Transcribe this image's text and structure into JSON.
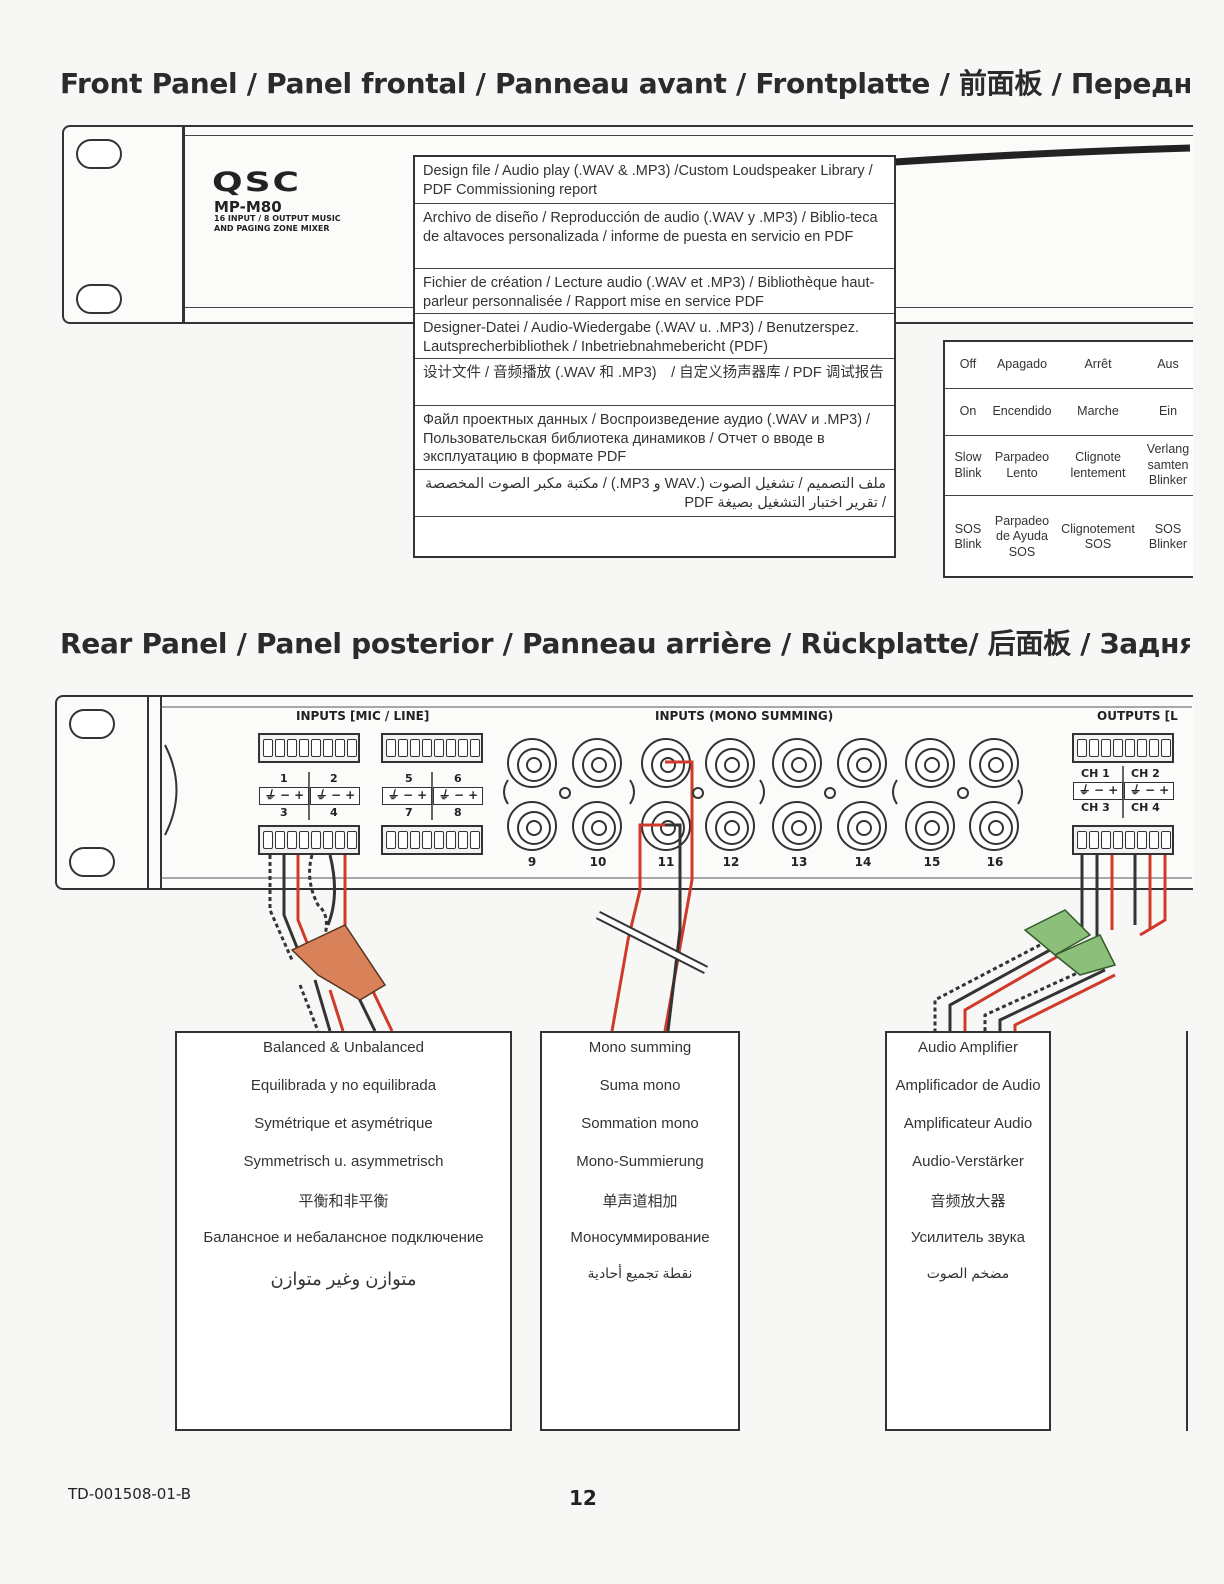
{
  "front_title": "Front Panel / Panel frontal / Panneau avant / Frontplatte / 前面板 / Передняя панел",
  "rear_title": "Rear Panel / Panel posterior / Panneau arrière / Rückplatte/ 后面板 / Задняя панел",
  "device": {
    "brand": "QSC",
    "model": "MP-M80",
    "description": "16 INPUT / 8 OUTPUT MUSIC AND PAGING ZONE MIXER"
  },
  "languages": [
    "Design file / Audio play (.WAV & .MP3) /Custom Loudspeaker Library / PDF Commissioning report",
    "Archivo de diseño / Reproducción de audio (.WAV y .MP3) / Biblio-teca de altavoces personalizada / informe de puesta en servicio en PDF",
    "Fichier de création / Lecture audio (.WAV et .MP3) / Bibliothèque haut-parleur personnalisée / Rapport mise en service PDF",
    "Designer-Datei / Audio-Wiedergabe (.WAV u. .MP3) / Benutzerspez. Lautsprecherbibliothek / Inbetriebnahmebericht (PDF)",
    "设计文件 / 音频播放 (.WAV 和 .MP3)　/ 自定义扬声器库 / PDF 调试报告",
    "Файл проектных данных / Воспроизведение аудио (.WAV и .MP3) / Пользовательская библиотека динамиков / Отчет о вводе в эксплуатацию в формате PDF",
    "ملف التصميم / تشغيل الصوت (.WAV و MP3.) / مكتبة مكبر الصوت المخصصة / تقرير اختبار التشغيل بصيغة PDF"
  ],
  "legend": [
    [
      "Off",
      "Apagado",
      "Arrêt",
      "Aus"
    ],
    [
      "On",
      "Encendido",
      "Marche",
      "Ein"
    ],
    [
      "Slow Blink",
      "Parpadeo Lento",
      "Clignote lentement",
      "Verlang samten Blinker"
    ],
    [
      "SOS Blink",
      "Parpadeo de Ayuda SOS",
      "Clignotement SOS",
      "SOS Blinker"
    ]
  ],
  "rear": {
    "inputs_mic_line": "INPUTS [MIC / LINE]",
    "inputs_mono": "INPUTS (MONO SUMMING)",
    "outputs": "OUTPUTS [L",
    "mic_top_numbers": [
      "1",
      "2",
      "5",
      "6"
    ],
    "mic_bottom_numbers": [
      "3",
      "4",
      "7",
      "8"
    ],
    "polarity": "⏚ − +",
    "rca_numbers": [
      "9",
      "10",
      "11",
      "12",
      "13",
      "14",
      "15",
      "16"
    ],
    "out_top": [
      "CH 1",
      "CH 2"
    ],
    "out_bottom": [
      "CH 3",
      "CH 4"
    ]
  },
  "dest_balanced": [
    "Balanced & Unbalanced",
    "Equilibrada y no equilibrada",
    "Symétrique et asymétrique",
    "Symmetrisch u. asymmetrisch",
    "平衡和非平衡",
    "Балансное и небалансное подключение",
    "متوازن وغير متوازن"
  ],
  "dest_mono": [
    "Mono summing",
    "Suma mono",
    "Sommation mono",
    "Mono-Summierung",
    "单声道相加",
    "Моносуммирование",
    "نقطة تجميع أحادية"
  ],
  "dest_amp": [
    "Audio Amplifier",
    "Amplificador de Audio",
    "Amplificateur Audio",
    "Audio-Verstärker",
    "音频放大器",
    "Усилитель звука",
    "مضخم الصوت"
  ],
  "footer": {
    "doc_id": "TD-001508-01-B",
    "page": "12"
  },
  "colors": {
    "wire_red": "#d03a2a",
    "wire_dark": "#333333",
    "connector_orange": "#d9825a",
    "connector_green": "#8cc07a"
  }
}
